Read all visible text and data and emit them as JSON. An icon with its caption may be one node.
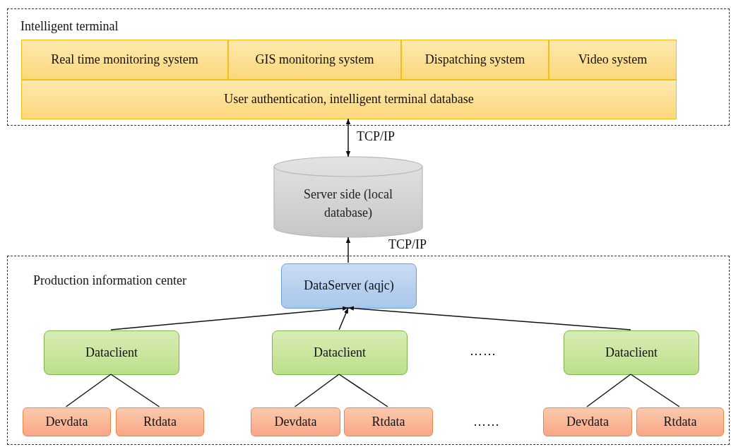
{
  "diagram": {
    "nodes": [
      {
        "text": [
          "Intelligent terminal"
        ]
      },
      {
        "text": [
          "Real time monitoring system"
        ],
        "in": 0
      },
      {
        "text": [
          "GIS monitoring system"
        ],
        "in": 0
      },
      {
        "text": [
          "Dispatching system"
        ],
        "in": 0
      },
      {
        "text": [
          "Video system"
        ],
        "in": 0
      },
      {
        "text": [
          "User authentication, intelligent terminal database"
        ],
        "in": 0
      },
      {
        "text": [
          "Server side (local database)"
        ]
      },
      {
        "text": [
          "Production information center"
        ]
      },
      {
        "text": [
          "DataServer (aqjc)"
        ],
        "in": 7
      },
      {
        "text": [
          "Dataclient"
        ],
        "in": 7
      },
      {
        "text": [
          "Dataclient"
        ],
        "in": 7
      },
      {
        "text": [
          "Dataclient"
        ],
        "in": 7
      },
      {
        "text": [
          "Devdata"
        ],
        "in": 7
      },
      {
        "text": [
          "Rtdata"
        ],
        "in": 7
      },
      {
        "text": [
          "Devdata"
        ],
        "in": 7
      },
      {
        "text": [
          "Rtdata"
        ],
        "in": 7
      },
      {
        "text": [
          "Devdata"
        ],
        "in": 7
      },
      {
        "text": [
          "Rtdata"
        ],
        "in": 7
      }
    ],
    "edges": [
      {
        "from": 5,
        "to": 6,
        "arrow": "both",
        "label": "TCP/IP"
      },
      {
        "from": 8,
        "to": 6,
        "arrow": "to",
        "label": "TCP/IP"
      },
      {
        "from": 9,
        "to": 8,
        "arrow": "to"
      },
      {
        "from": 10,
        "to": 8,
        "arrow": "to"
      },
      {
        "from": 11,
        "to": 8,
        "arrow": "to"
      },
      {
        "from": 9,
        "to": 12,
        "arrow": "none"
      },
      {
        "from": 9,
        "to": 13,
        "arrow": "none"
      },
      {
        "from": 10,
        "to": 14,
        "arrow": "none"
      },
      {
        "from": 10,
        "to": 15,
        "arrow": "none"
      },
      {
        "from": 11,
        "to": 16,
        "arrow": "none"
      },
      {
        "from": 11,
        "to": 17,
        "arrow": "none"
      }
    ],
    "labels": [
      "……",
      "……"
    ]
  }
}
